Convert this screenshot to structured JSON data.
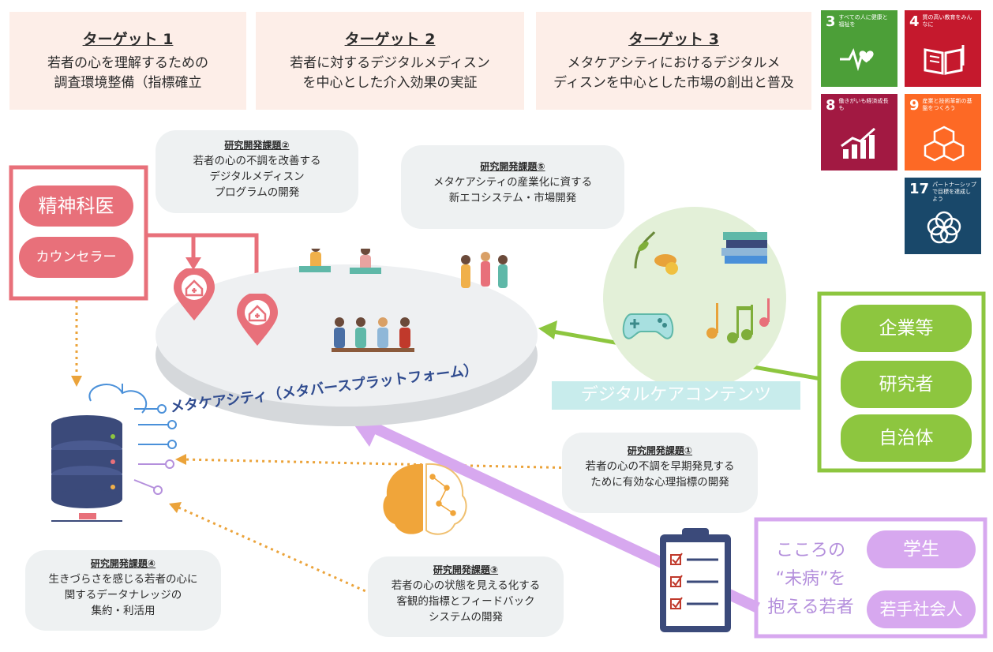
{
  "targets": [
    {
      "title": "ターゲット 1",
      "lines": [
        "若者の心を理解するための",
        "調査環境整備（指標確立"
      ]
    },
    {
      "title": "ターゲット 2",
      "lines": [
        "若者に対するデジタルメディスン",
        "を中心とした介入効果の実証"
      ]
    },
    {
      "title": "ターゲット 3",
      "lines": [
        "メタケアシティにおけるデジタルメ",
        "ディスンを中心とした市場の創出と普及"
      ]
    }
  ],
  "sdgs": [
    {
      "num": "3",
      "caption": "すべての人に健康と福祉を",
      "color": "#4c9f38",
      "icon": "heartbeat-icon"
    },
    {
      "num": "4",
      "caption": "質の高い教育をみんなに",
      "color": "#c5192d",
      "icon": "book-icon"
    },
    {
      "num": "8",
      "caption": "働きがいも経済成長も",
      "color": "#a21942",
      "icon": "growth-chart-icon"
    },
    {
      "num": "9",
      "caption": "産業と技術革新の基盤をつくろう",
      "color": "#fd6925",
      "icon": "cubes-icon"
    },
    {
      "num": "17",
      "caption": "パートナーシップで目標を達成しよう",
      "color": "#19486a",
      "icon": "rings-icon"
    }
  ],
  "tasks": {
    "t1": {
      "title": "研究開発課題①",
      "lines": [
        "若者の心の不調を早期発見する",
        "ために有効な心理指標の開発"
      ]
    },
    "t2": {
      "title": "研究開発課題②",
      "lines": [
        "若者の心の不調を改善する",
        "デジタルメディスン",
        "プログラムの開発"
      ]
    },
    "t3": {
      "title": "研究開発課題③",
      "lines": [
        "若者の心の状態を見える化する",
        "客観的指標とフィードバック",
        "システムの開発"
      ]
    },
    "t4": {
      "title": "研究開発課題④",
      "lines": [
        "生きづらさを感じる若者の心に",
        "関するデータナレッジの",
        "集約・利活用"
      ]
    },
    "t5": {
      "title": "研究開発課題⑤",
      "lines": [
        "メタケアシティの産業化に資する",
        "新エコシステム・市場開発"
      ]
    }
  },
  "professionals": [
    "精神科医",
    "カウンセラー"
  ],
  "platform_label": "メタケアシティ（メタバースプラットフォーム）",
  "content_label": "デジタルケアコンテンツ",
  "stakeholders": [
    "企業等",
    "研究者",
    "自治体"
  ],
  "youth": {
    "lines": [
      "こころの",
      "“未病”を",
      "抱える若者"
    ],
    "groups": [
      "学生",
      "若手社会人"
    ]
  },
  "colors": {
    "target_bg": "#fdeee8",
    "professional": "#e8707a",
    "stakeholder": "#8dc63f",
    "youth": "#d7a8ef",
    "arrow_orange": "#eba33a",
    "content_tag": "#c8ecec",
    "platform_text": "#2f4b8f"
  }
}
